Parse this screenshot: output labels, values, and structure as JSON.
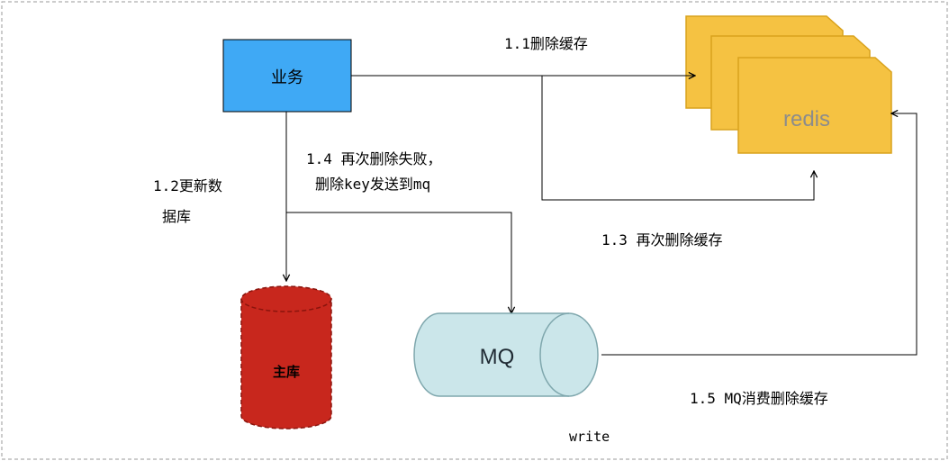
{
  "nodes": {
    "business": {
      "label": "业务",
      "fill": "#3fa9f5",
      "stroke": "#000000"
    },
    "redis": {
      "label": "redis",
      "fill": "#f5c242",
      "stroke": "#d9a21c",
      "text_color": "#8c8c8c"
    },
    "main_db": {
      "label": "主库",
      "fill": "#c8271d",
      "stroke": "#8a140d",
      "text_color": "#000000"
    },
    "mq": {
      "label": "MQ",
      "fill": "#cbe6ea",
      "stroke": "#7fa7ad",
      "text_color": "#1f2a33"
    }
  },
  "edges": {
    "delete_cache": {
      "label": "1.1删除缓存"
    },
    "update_db": {
      "line1": "1.2更新数",
      "line2": "据库"
    },
    "delete_again": {
      "label": "1.3 再次删除缓存"
    },
    "send_to_mq": {
      "line1": "1.4 再次删除失败，",
      "line2": "删除key发送到mq"
    },
    "mq_consume": {
      "label": "1.5 MQ消费删除缓存"
    }
  },
  "caption": "write",
  "colors": {
    "line": "#000000",
    "border_dashed": "#999999"
  }
}
